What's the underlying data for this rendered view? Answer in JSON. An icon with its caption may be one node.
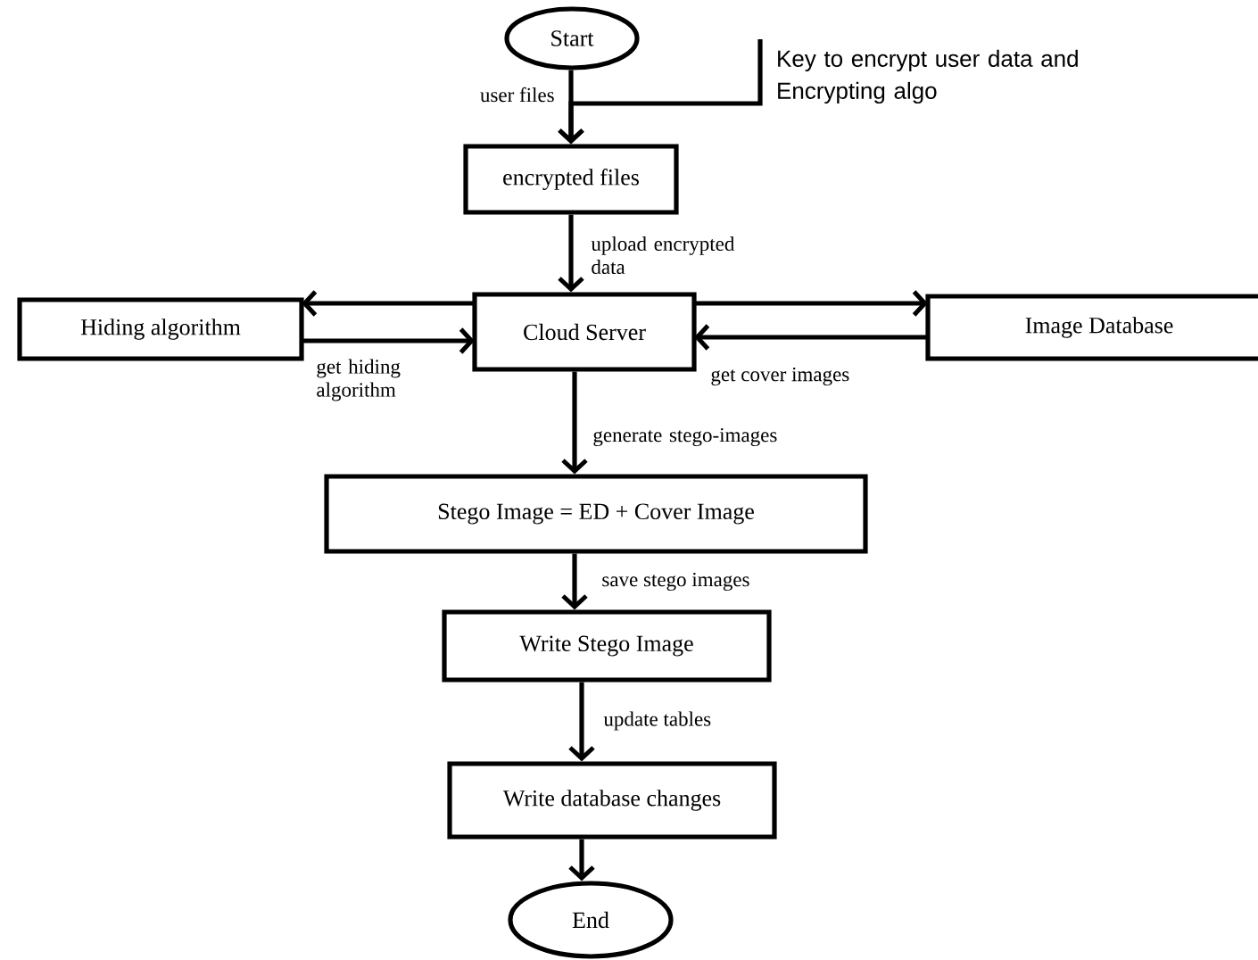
{
  "diagram": {
    "nodes": [
      {
        "text": [
          "Start"
        ]
      },
      {
        "text": [
          "Key to encrypt user data and Encrypting algo"
        ]
      },
      {
        "text": [
          "encrypted files"
        ]
      },
      {
        "text": [
          "Cloud Server"
        ]
      },
      {
        "text": [
          "Hiding algorithm"
        ]
      },
      {
        "text": [
          "Image Database"
        ]
      },
      {
        "text": [
          "Stego Image = ED + Cover Image"
        ]
      },
      {
        "text": [
          "Write Stego Image"
        ]
      },
      {
        "text": [
          "Write database changes"
        ]
      },
      {
        "text": [
          "End"
        ]
      }
    ],
    "edges": [
      {
        "from": 0,
        "to": 2,
        "arrow": "to",
        "label": "user files"
      },
      {
        "from": 1,
        "to": 2,
        "arrow": "to"
      },
      {
        "from": 2,
        "to": 3,
        "arrow": "to",
        "label": "upload encrypted data"
      },
      {
        "from": 3,
        "to": 4,
        "arrow": "to"
      },
      {
        "from": 4,
        "to": 3,
        "arrow": "to",
        "label": "get hiding algorithm"
      },
      {
        "from": 3,
        "to": 5,
        "arrow": "to"
      },
      {
        "from": 5,
        "to": 3,
        "arrow": "to",
        "label": "get cover images"
      },
      {
        "from": 3,
        "to": 6,
        "arrow": "to",
        "label": "generate stego-images"
      },
      {
        "from": 6,
        "to": 7,
        "arrow": "to",
        "label": "save stego images"
      },
      {
        "from": 7,
        "to": 8,
        "arrow": "to",
        "label": "update tables"
      },
      {
        "from": 8,
        "to": 9,
        "arrow": "to"
      }
    ]
  }
}
